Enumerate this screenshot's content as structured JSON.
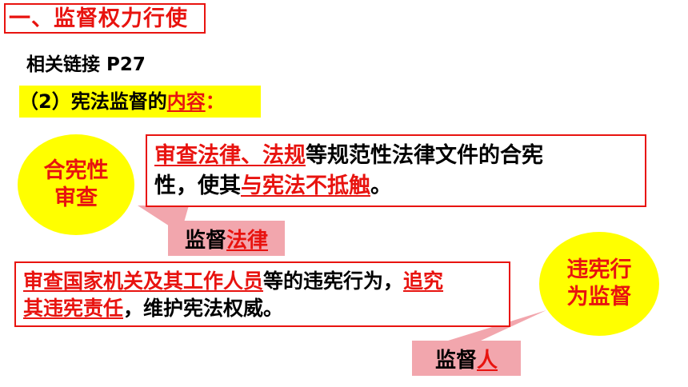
{
  "title": "一、监督权力行使",
  "related_link": "相关链接 P27",
  "subheading": {
    "prefix": "（2）宪法监督的",
    "highlight": "内容",
    "suffix": "："
  },
  "circle_left": {
    "line1": "合宪性",
    "line2": "审查"
  },
  "box_top": {
    "part1": "审查法律、法规",
    "part2": "等规范性法律文件的合宪",
    "part3": "性，使其",
    "part4": "与宪法不抵触",
    "part5": "。"
  },
  "tag_top": {
    "prefix": "监督",
    "highlight": "法律"
  },
  "box_bottom": {
    "part1": "审查国家机关及其工作人员",
    "part2": "等的违宪行为，",
    "part3": "追究",
    "part4": "其违宪责任",
    "part5": "，维护宪法权威。"
  },
  "circle_right": {
    "line1": "违宪行",
    "line2": "为监督"
  },
  "tag_bottom": {
    "prefix": "监督",
    "highlight": "人"
  },
  "colors": {
    "accent_red": "#e8130f",
    "highlight_yellow": "#ffff00",
    "tag_pink": "#f2a6ad"
  }
}
